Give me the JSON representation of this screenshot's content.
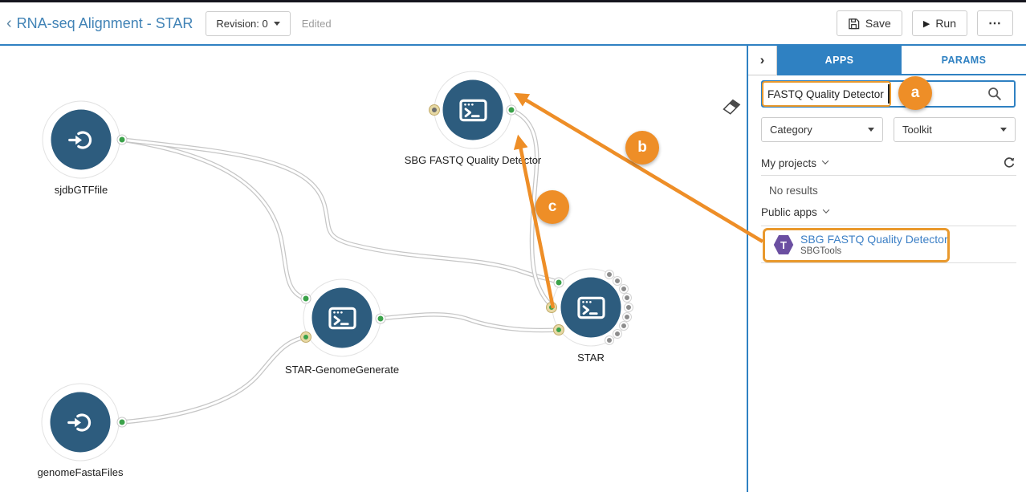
{
  "header": {
    "back_icon": "‹",
    "title": "RNA-seq Alignment - STAR",
    "revision_label": "Revision: 0",
    "edited_label": "Edited",
    "save_label": "Save",
    "run_label": "Run",
    "run_icon": "▶",
    "more_label": "⋯"
  },
  "colors": {
    "accent_blue": "#2f81c2",
    "node_blue": "#2d5c7e",
    "port_green": "#3ba24a",
    "annotation_orange": "#ee8e27",
    "hexagon_purple": "#6b4fa1"
  },
  "canvas": {
    "nodes": [
      {
        "id": "sjdbGTFfile",
        "type": "input",
        "label": "sjdbGTFfile"
      },
      {
        "id": "fastq-quality-detector",
        "type": "tool",
        "label": "SBG FASTQ Quality Detector"
      },
      {
        "id": "star-genome-generate",
        "type": "tool",
        "label": "STAR-GenomeGenerate"
      },
      {
        "id": "star",
        "type": "tool",
        "label": "STAR"
      },
      {
        "id": "genomeFastaFiles",
        "type": "input",
        "label": "genomeFastaFiles"
      }
    ],
    "annotations": [
      {
        "label": "a"
      },
      {
        "label": "b"
      },
      {
        "label": "c"
      }
    ]
  },
  "sidebar": {
    "collapse_icon": "›",
    "tabs": [
      {
        "label": "APPS",
        "active": true
      },
      {
        "label": "PARAMS",
        "active": false
      }
    ],
    "search": {
      "value": "FASTQ Quality Detector"
    },
    "filters": [
      {
        "label": "Category"
      },
      {
        "label": "Toolkit"
      }
    ],
    "sections": [
      {
        "label": "My projects"
      },
      {
        "label": "Public apps"
      }
    ],
    "no_results": "No results",
    "result": {
      "icon_letter": "T",
      "title": "SBG FASTQ Quality Detector",
      "subtitle": "SBGTools"
    }
  }
}
